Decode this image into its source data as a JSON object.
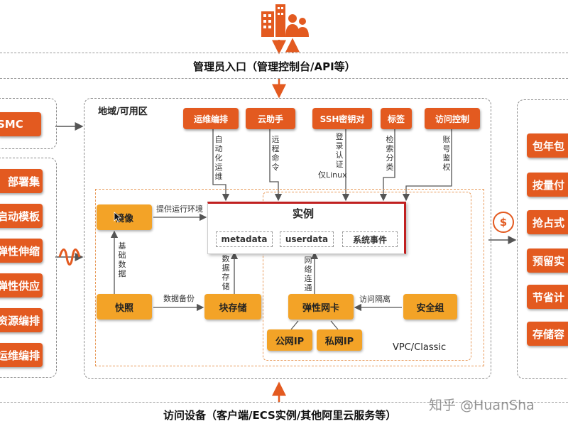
{
  "header": {
    "admin_entry": "管理员入口（管理控制台/API等）"
  },
  "footer": {
    "access_devices": "访问设备（客户端/ECS实例/其他阿里云服务等）"
  },
  "region": {
    "title": "地域/可用区"
  },
  "left_panel": {
    "top_item": "SMC",
    "items": [
      "部署集",
      "启动模板",
      "弹性伸缩",
      "弹性供应",
      "资源编排",
      "运维编排"
    ]
  },
  "right_panel": {
    "items": [
      "包年包",
      "按量付",
      "抢占式",
      "预留实",
      "节省计",
      "存储容"
    ]
  },
  "top_services": [
    {
      "label": "运维编排",
      "note": "自动化运维"
    },
    {
      "label": "云助手",
      "note": "远程命令"
    },
    {
      "label": "SSH密钥对",
      "note": "登录认证",
      "note2": "仅Linux"
    },
    {
      "label": "标签",
      "note": "检索分类"
    },
    {
      "label": "访问控制",
      "note": "账号鉴权"
    }
  ],
  "instance": {
    "title": "实例",
    "subs": [
      "metadata",
      "userdata",
      "系统事件"
    ]
  },
  "image": {
    "label": "镜像",
    "to_instance": "提供运行环境"
  },
  "snapshot": {
    "label": "快照",
    "to_image": "基础数据",
    "to_storage": "数据备份"
  },
  "block_storage": {
    "label": "块存储",
    "to_instance": "数据存储"
  },
  "eni": {
    "label": "弹性网卡",
    "to_instance": "网络连通"
  },
  "security_group": {
    "label": "安全组",
    "to_eni": "访问隔离"
  },
  "public_ip": {
    "label": "公网IP"
  },
  "private_ip": {
    "label": "私网IP"
  },
  "vpc": {
    "label": "VPC/Classic"
  },
  "watermark": {
    "text": "知乎 @HuanSha"
  },
  "icons": {
    "building": "building-users-icon",
    "wave": "wave-icon",
    "dollar": "dollar-icon"
  },
  "colors": {
    "orange": "#e35a20",
    "yellow": "#f3a327",
    "arrow": "#e35a20"
  }
}
